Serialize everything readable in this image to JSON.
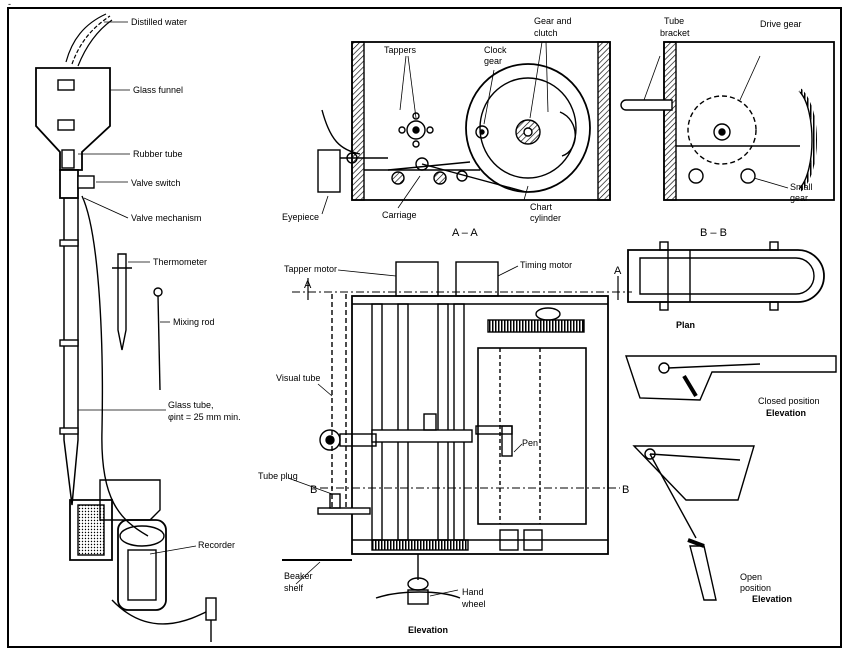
{
  "figure": {
    "corner_mark": "-",
    "left_apparatus": {
      "distilled_water": "Distilled water",
      "glass_funnel": "Glass funnel",
      "rubber_tube": "Rubber tube",
      "valve_switch": "Valve switch",
      "valve_mechanism": "Valve mechanism",
      "thermometer": "Thermometer",
      "mixing_rod": "Mixing rod",
      "glass_tube_line1": "Glass tube,",
      "glass_tube_line2": "φint = 25 mm min.",
      "recorder": "Recorder"
    },
    "section_aa": {
      "tappers": "Tappers",
      "clock_gear_1": "Clock",
      "clock_gear_2": "gear",
      "gear_clutch_1": "Gear and",
      "gear_clutch_2": "clutch",
      "chart_1": "Chart",
      "chart_2": "cylinder",
      "eyepiece": "Eyepiece",
      "carriage": "Carriage",
      "title": "A – A"
    },
    "section_bb": {
      "tube_bracket_1": "Tube",
      "tube_bracket_2": "bracket",
      "drive_gear": "Drive gear",
      "small_gear_1": "Small",
      "small_gear_2": "gear",
      "title": "B – B"
    },
    "elevation": {
      "tapper_motor": "Tapper motor",
      "timing_motor": "Timing motor",
      "a_left": "A",
      "a_right": "A",
      "visual_tube": "Visual tube",
      "pen": "Pen",
      "tube_plug": "Tube plug",
      "b_left": "B",
      "b_right": "B",
      "beaker_1": "Beaker",
      "beaker_2": "shelf",
      "hand_wheel_1": "Hand",
      "hand_wheel_2": "wheel",
      "title": "Elevation"
    },
    "right_views": {
      "plan": "Plan",
      "closed_1": "Closed position",
      "closed_2": "Elevation",
      "open_1": "Open",
      "open_2": "position",
      "open_3": "Elevation"
    }
  }
}
